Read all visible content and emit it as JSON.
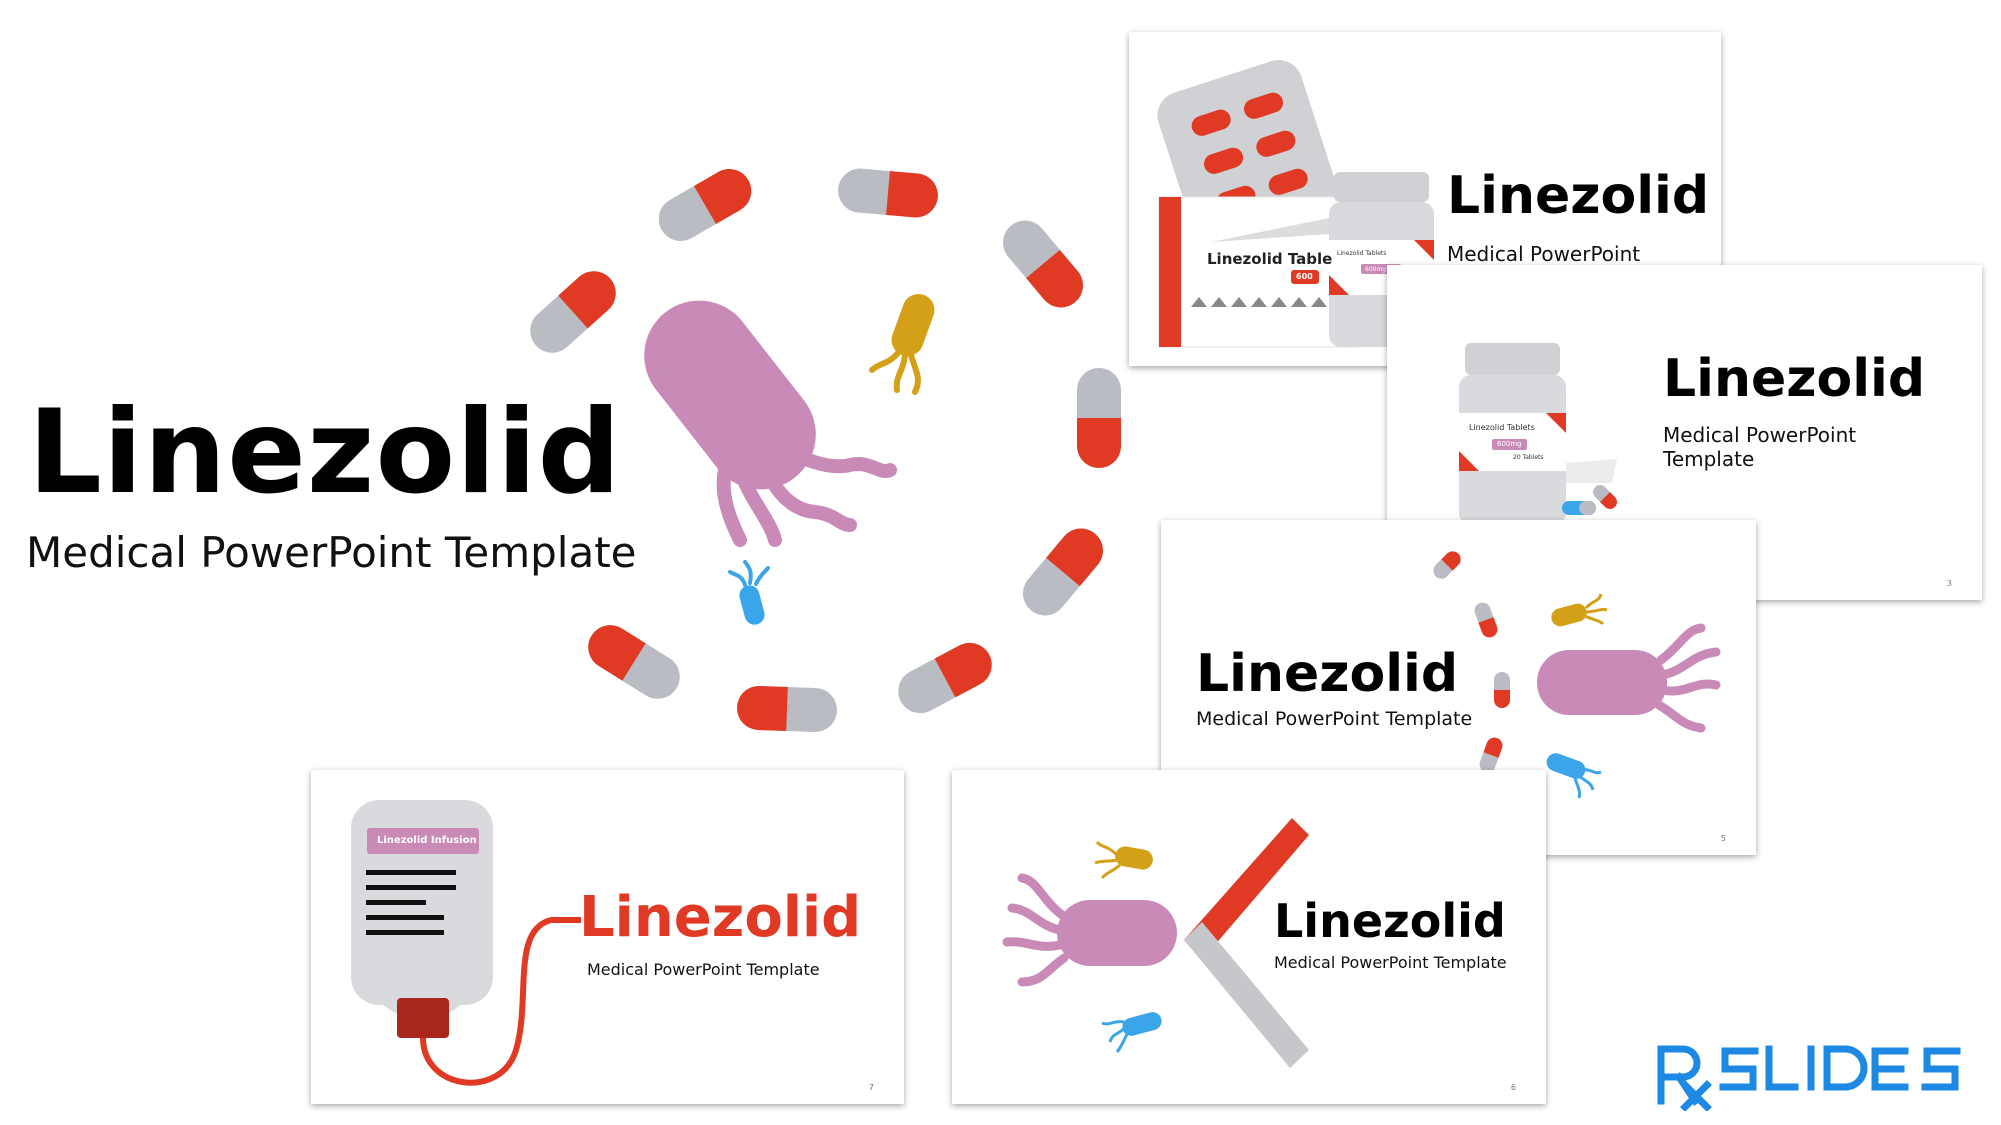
{
  "hero": {
    "title": "Linezolid",
    "subtitle": "Medical PowerPoint Template"
  },
  "slides": [
    {
      "id": "slide-1",
      "title": "Linezolid",
      "subtitle": "Medical PowerPoint",
      "box_label": "Linezolid Table",
      "box_strength": "600",
      "bottle_label": "Linezolid Tablets",
      "bottle_strength": "600mg"
    },
    {
      "id": "slide-3",
      "title": "Linezolid",
      "subtitle": "Medical PowerPoint Template",
      "bottle_label": "Linezolid Tablets",
      "bottle_strength": "600mg",
      "bottle_count": "20 Tablets",
      "number": "3"
    },
    {
      "id": "slide-5",
      "title": "Linezolid",
      "subtitle": "Medical PowerPoint Template",
      "number": "5"
    },
    {
      "id": "slide-7",
      "title": "Linezolid",
      "subtitle": "Medical PowerPoint Template",
      "bag_label": "Linezolid Infusion",
      "number": "7"
    },
    {
      "id": "slide-6",
      "title": "Linezolid",
      "subtitle": "Medical PowerPoint Template",
      "number": "6"
    }
  ],
  "brand": {
    "name": "RxSLIDES",
    "color": "#1e88e5"
  },
  "colors": {
    "capsule_red": "#e03a25",
    "capsule_gray": "#b9bcc2",
    "bacteria_pink": "#c98ab8",
    "bacteria_gold": "#d4a017",
    "bacteria_blue": "#3aa5e8"
  }
}
